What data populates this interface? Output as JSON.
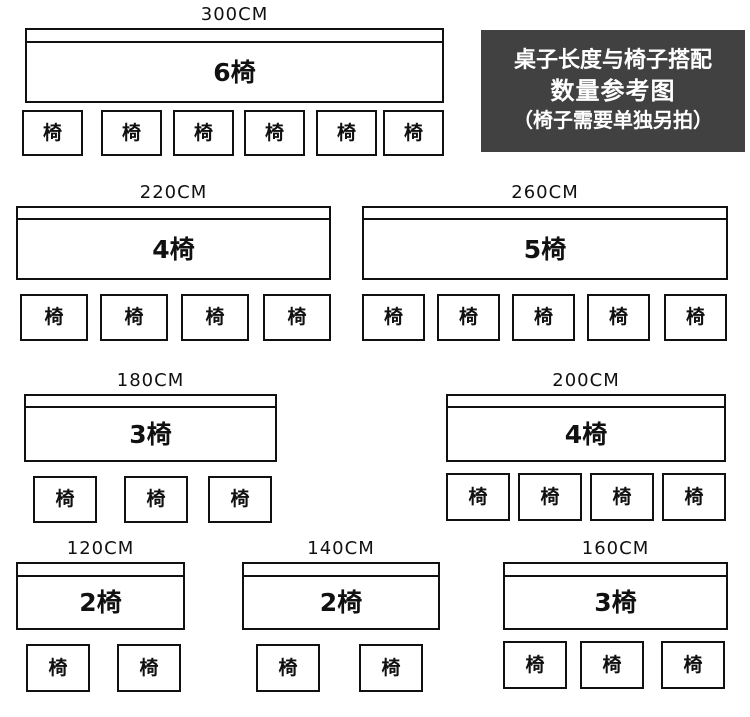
{
  "banner": {
    "background_color": "#414141",
    "text_color": "#ffffff",
    "line1": "桌子长度与椅子搭配",
    "line2": "数量参考图",
    "line3": "（椅子需要单独另拍）"
  },
  "colors": {
    "line": "#111111",
    "fill": "#ffffff"
  },
  "chair_cell_label": "椅",
  "groups": [
    {
      "id": "group-300cm",
      "dimension_label": "300CM",
      "table_label": "6椅",
      "chair_count": 6,
      "chair_labels": [
        "椅",
        "椅",
        "椅",
        "椅",
        "椅",
        "椅"
      ]
    },
    {
      "id": "group-220cm",
      "dimension_label": "220CM",
      "table_label": "4椅",
      "chair_count": 4,
      "chair_labels": [
        "椅",
        "椅",
        "椅",
        "椅"
      ]
    },
    {
      "id": "group-260cm",
      "dimension_label": "260CM",
      "table_label": "5椅",
      "chair_count": 5,
      "chair_labels": [
        "椅",
        "椅",
        "椅",
        "椅",
        "椅"
      ]
    },
    {
      "id": "group-180cm",
      "dimension_label": "180CM",
      "table_label": "3椅",
      "chair_count": 3,
      "chair_labels": [
        "椅",
        "椅",
        "椅"
      ]
    },
    {
      "id": "group-200cm",
      "dimension_label": "200CM",
      "table_label": "4椅",
      "chair_count": 4,
      "chair_labels": [
        "椅",
        "椅",
        "椅",
        "椅"
      ]
    },
    {
      "id": "group-120cm",
      "dimension_label": "120CM",
      "table_label": "2椅",
      "chair_count": 2,
      "chair_labels": [
        "椅",
        "椅"
      ]
    },
    {
      "id": "group-140cm",
      "dimension_label": "140CM",
      "table_label": "2椅",
      "chair_count": 2,
      "chair_labels": [
        "椅",
        "椅"
      ]
    },
    {
      "id": "group-160cm",
      "dimension_label": "160CM",
      "table_label": "3椅",
      "chair_count": 3,
      "chair_labels": [
        "椅",
        "椅",
        "椅"
      ]
    }
  ]
}
